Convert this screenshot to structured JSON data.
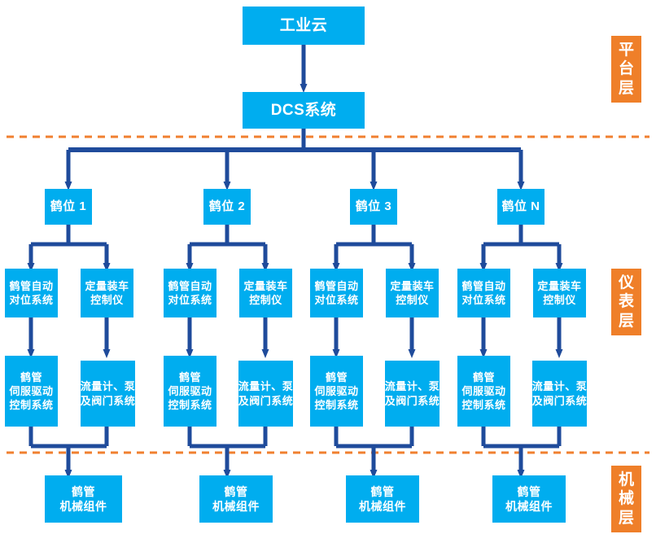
{
  "diagram": {
    "title_node": "工业云",
    "colors": {
      "node_fill": "#00adef",
      "node_text": "#ffffff",
      "connector": "#1f4b9b",
      "layer_tag_fill": "#ef7f29",
      "layer_divider": "#f08030",
      "background": "#ffffff"
    },
    "type": "hierarchical-block-flowchart",
    "platform": {
      "cloud": {
        "label": "工业云"
      },
      "dcs": {
        "label": "DCS系统"
      }
    },
    "bays": [
      {
        "label": "鹤位 1"
      },
      {
        "label": "鹤位 2"
      },
      {
        "label": "鹤位 3"
      },
      {
        "label": "鹤位 N"
      }
    ],
    "instrument_nodes": [
      {
        "lines": [
          "鹤管自动",
          "对位系统"
        ]
      },
      {
        "lines": [
          "定量装车",
          "控制仪"
        ]
      },
      {
        "lines": [
          "鹤管自动",
          "对位系统"
        ]
      },
      {
        "lines": [
          "定量装车",
          "控制仪"
        ]
      },
      {
        "lines": [
          "鹤管自动",
          "对位系统"
        ]
      },
      {
        "lines": [
          "定量装车",
          "控制仪"
        ]
      },
      {
        "lines": [
          "鹤管自动",
          "对位系统"
        ]
      },
      {
        "lines": [
          "定量装车",
          "控制仪"
        ]
      }
    ],
    "driver_nodes": [
      {
        "lines": [
          "鹤管",
          "伺服驱动",
          "控制系统"
        ]
      },
      {
        "lines": [
          "流量计、泵",
          "及阀门系统"
        ]
      },
      {
        "lines": [
          "鹤管",
          "伺服驱动",
          "控制系统"
        ]
      },
      {
        "lines": [
          "流量计、泵",
          "及阀门系统"
        ]
      },
      {
        "lines": [
          "鹤管",
          "伺服驱动",
          "控制系统"
        ]
      },
      {
        "lines": [
          "流量计、泵",
          "及阀门系统"
        ]
      },
      {
        "lines": [
          "鹤管",
          "伺服驱动",
          "控制系统"
        ]
      },
      {
        "lines": [
          "流量计、泵",
          "及阀门系统"
        ]
      }
    ],
    "mechanical_nodes": [
      {
        "lines": [
          "鹤管",
          "机械组件"
        ]
      },
      {
        "lines": [
          "鹤管",
          "机械组件"
        ]
      },
      {
        "lines": [
          "鹤管",
          "机械组件"
        ]
      },
      {
        "lines": [
          "鹤管",
          "机械组件"
        ]
      }
    ],
    "layer_tags": [
      {
        "chars": [
          "平",
          "台",
          "层"
        ],
        "name": "platform-layer"
      },
      {
        "chars": [
          "仪",
          "表",
          "层"
        ],
        "name": "instrument-layer"
      },
      {
        "chars": [
          "机",
          "械",
          "层"
        ],
        "name": "mechanical-layer"
      }
    ]
  }
}
